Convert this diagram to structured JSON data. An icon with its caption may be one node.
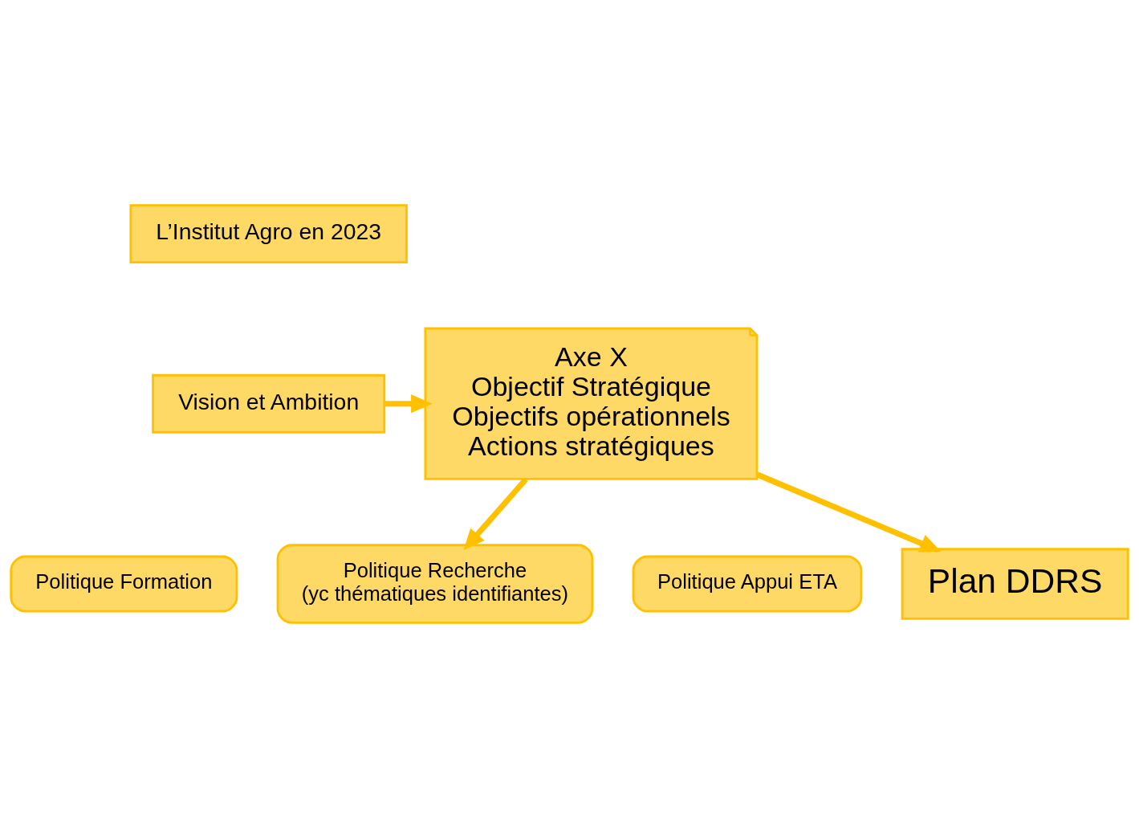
{
  "diagram": {
    "nodes": [
      {
        "text": [
          "L’Institut Agro en 2023"
        ]
      },
      {
        "text": [
          "Vision et Ambition"
        ]
      },
      {
        "text": [
          "Axe X",
          "Objectif Stratégique",
          "Objectifs opérationnels",
          "Actions stratégiques"
        ]
      },
      {
        "text": [
          "Politique Formation"
        ]
      },
      {
        "text": [
          "Politique Recherche",
          "(yc thématiques identifiantes)"
        ]
      },
      {
        "text": [
          "Politique Appui ETA"
        ]
      },
      {
        "text": [
          "Plan DDRS"
        ]
      }
    ],
    "edges": [
      {
        "from": 1,
        "to": 2,
        "arrow": "to"
      },
      {
        "from": 2,
        "to": 4,
        "arrow": "to"
      },
      {
        "from": 2,
        "to": 6,
        "arrow": "to"
      }
    ]
  }
}
